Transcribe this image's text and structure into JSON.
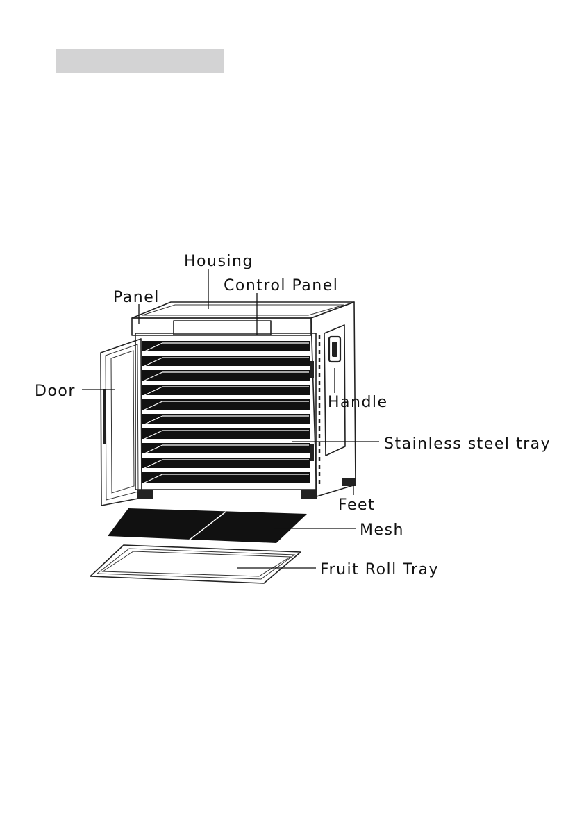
{
  "labels": {
    "housing": "Housing",
    "control_panel": "Control Panel",
    "panel": "Panel",
    "door": "Door",
    "handle": "Handle",
    "stainless_steel_tray": "Stainless steel tray",
    "feet": "Feet",
    "mesh": "Mesh",
    "fruit_roll_tray": "Fruit Roll Tray"
  },
  "tray_count": 10,
  "colors": {
    "header_bar": "#d3d3d4",
    "line": "#222222",
    "dark_fill": "#111111"
  }
}
